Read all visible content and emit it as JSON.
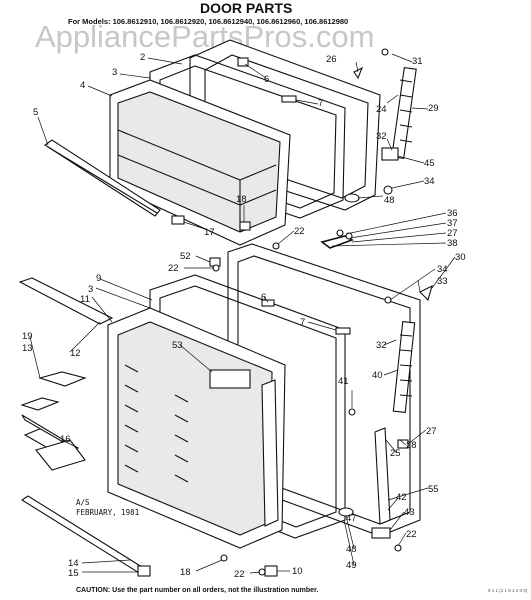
{
  "title": "DOOR PARTS",
  "models_line": "For Models: 106.8612910, 106.8612920, 106.8612940, 106.8612960, 106.8612980",
  "watermark": "AppliancePartsPros.com",
  "revision_note_line1": "A/S",
  "revision_note_line2": "FEBRUARY, 1981",
  "caution": "CAUTION: Use the part number on all orders, not the illustration number.",
  "diagram_code": "9 1 1 (1 1 9 1 2 0 0)",
  "callouts": {
    "c2": "2",
    "c3_top": "3",
    "c4": "4",
    "c5": "5",
    "c6_top": "6",
    "c7_top": "7",
    "c26": "26",
    "c31": "31",
    "c24": "24",
    "c29": "29",
    "c32_top": "32",
    "c45": "45",
    "c34_top": "34",
    "c48_top": "48",
    "c18_top": "18",
    "c17": "17",
    "c36": "36",
    "c37": "37",
    "c27_mid": "27",
    "c38": "38",
    "c22_mid": "22",
    "c52": "52",
    "c22_b": "22",
    "c30": "30",
    "c34_mid": "34",
    "c33": "33",
    "c9": "9",
    "c3_bot": "3",
    "c11": "11",
    "c6_bot": "6",
    "c7_bot": "7",
    "c19": "19",
    "c13": "13",
    "c12": "12",
    "c53": "53",
    "c32_bot": "32",
    "c40": "40",
    "c41": "41",
    "c16": "16",
    "c27_bot": "27",
    "c28": "28",
    "c25": "25",
    "c55": "55",
    "c42": "42",
    "c43": "43",
    "c47": "47",
    "c48_bot": "48",
    "c22_bot": "22",
    "c49": "49",
    "c14": "14",
    "c15": "15",
    "c18_bot": "18",
    "c22_low": "22",
    "c10": "10"
  }
}
